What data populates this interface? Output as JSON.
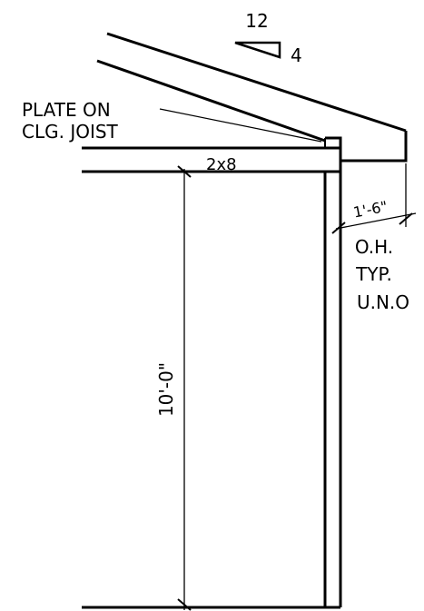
{
  "slope": {
    "run": "12",
    "rise": "4"
  },
  "callout": {
    "line1": "PLATE ON",
    "line2": "CLG. JOIST"
  },
  "member": {
    "label": "2x8"
  },
  "overhang": {
    "dimension": "1'-6\"",
    "note_line1": "O.H.",
    "note_line2": "TYP.",
    "note_line3": "U.N.O"
  },
  "wall": {
    "height_dimension": "10'-0\""
  }
}
